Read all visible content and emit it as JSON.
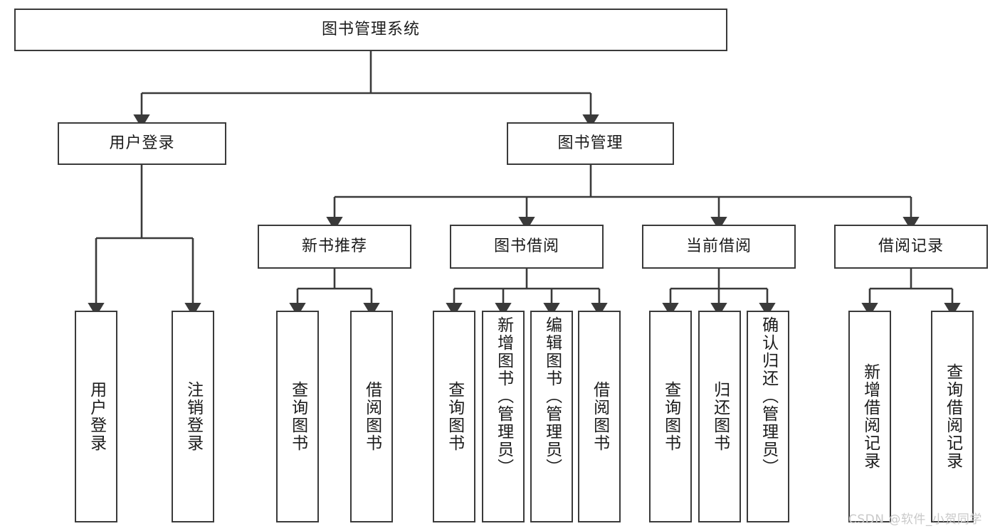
{
  "diagram": {
    "title": "图书管理系统",
    "type": "tree-hierarchy-chart",
    "root": {
      "label": "图书管理系统"
    },
    "level1": [
      {
        "label": "用户登录"
      },
      {
        "label": "图书管理"
      }
    ],
    "level2": [
      {
        "label": "新书推荐"
      },
      {
        "label": "图书借阅"
      },
      {
        "label": "当前借阅"
      },
      {
        "label": "借阅记录"
      }
    ],
    "leaves": {
      "user_login": [
        {
          "label": "用户登录"
        },
        {
          "label": "注销登录"
        }
      ],
      "new_book_recommend": [
        {
          "label": "查询图书"
        },
        {
          "label": "借阅图书"
        }
      ],
      "book_borrow": [
        {
          "label": "查询图书"
        },
        {
          "label": "新增图书（管理员）"
        },
        {
          "label": "编辑图书（管理员）"
        },
        {
          "label": "借阅图书"
        }
      ],
      "current_borrow": [
        {
          "label": "查询图书"
        },
        {
          "label": "归还图书"
        },
        {
          "label": "确认归还（管理员）"
        }
      ],
      "borrow_record": [
        {
          "label": "新增借阅记录"
        },
        {
          "label": "查询借阅记录"
        }
      ]
    }
  },
  "watermark": {
    "text": "CSDN @软件_小贺同学"
  },
  "colors": {
    "stroke": "#3a3a3a",
    "text": "#1b1b1b",
    "background": "#ffffff",
    "watermark": "#c9c9c9"
  }
}
